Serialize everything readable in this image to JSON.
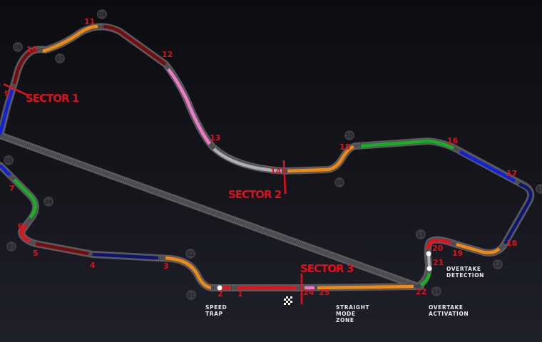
{
  "colors": {
    "red": "#e8101a",
    "dark_red": "#7a0a0a",
    "orange": "#f08a10",
    "pink": "#f07ac8",
    "green": "#18b020",
    "blue": "#1020e0",
    "navy": "#0c1470",
    "grey": "#b0b0b0"
  },
  "turns": [
    "1",
    "2",
    "3",
    "4",
    "5",
    "6",
    "7",
    "9",
    "10",
    "11",
    "12",
    "13",
    "14",
    "15",
    "16",
    "17",
    "18",
    "19",
    "20",
    "21",
    "22",
    "24",
    "25"
  ],
  "markers": [
    "01",
    "02",
    "03",
    "04",
    "05",
    "06",
    "07",
    "08",
    "09",
    "10",
    "11",
    "12",
    "13",
    "14"
  ],
  "sectors": [
    "SECTOR 1",
    "SECTOR 2",
    "SECTOR 3"
  ],
  "annotations": {
    "speed_trap": [
      "SPEED",
      "TRAP"
    ],
    "straight_mode": [
      "STRAIGHT",
      "MODE",
      "ZONE"
    ],
    "overtake_detection": [
      "OVERTAKE",
      "DETECTION"
    ],
    "overtake_activation": [
      "OVERTAKE",
      "ACTIVATION"
    ]
  }
}
